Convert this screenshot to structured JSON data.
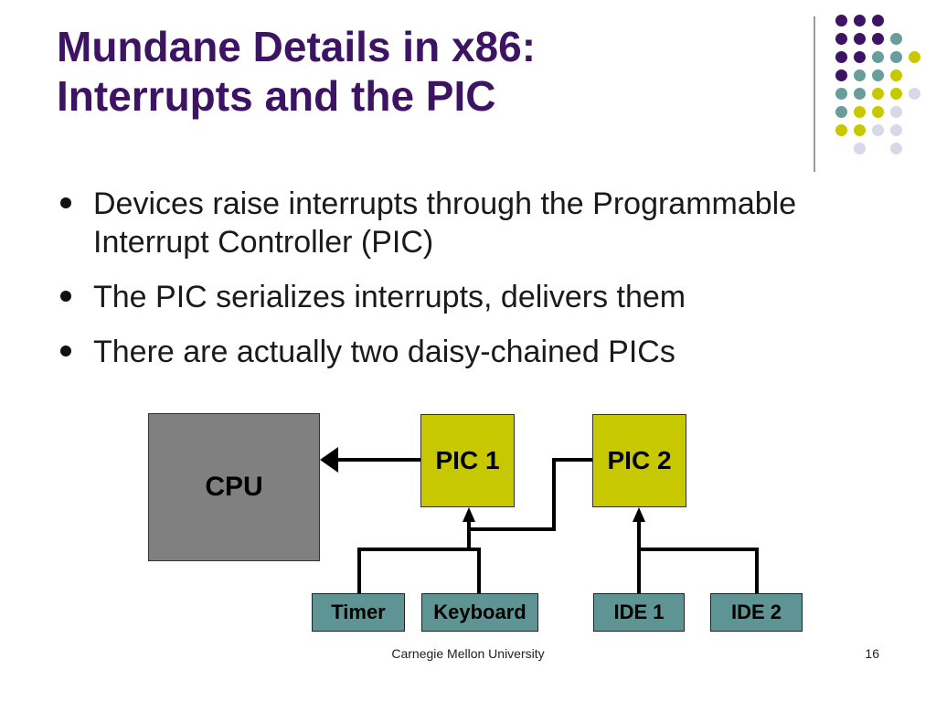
{
  "slide": {
    "title_line1": "Mundane Details in x86:",
    "title_line2": "Interrupts and the PIC",
    "bullets": [
      "Devices raise interrupts through the Programmable Interrupt Controller (PIC)",
      "The PIC serializes interrupts, delivers them",
      "There are actually two daisy-chained PICs"
    ],
    "footer": "Carnegie Mellon University",
    "page_number": "16"
  },
  "diagram": {
    "cpu_label": "CPU",
    "pic1_label": "PIC 1",
    "pic2_label": "PIC 2",
    "devices": [
      "Timer",
      "Keyboard",
      "IDE 1",
      "IDE 2"
    ]
  },
  "colors": {
    "title": "#3d1363",
    "pic": "#c8c800",
    "cpu": "#808080",
    "device": "#5f9494",
    "dot_purple": "#3d1363",
    "dot_teal": "#6a9c9c",
    "dot_yellow": "#c8c800",
    "dot_lavender": "#d8d8e8"
  }
}
